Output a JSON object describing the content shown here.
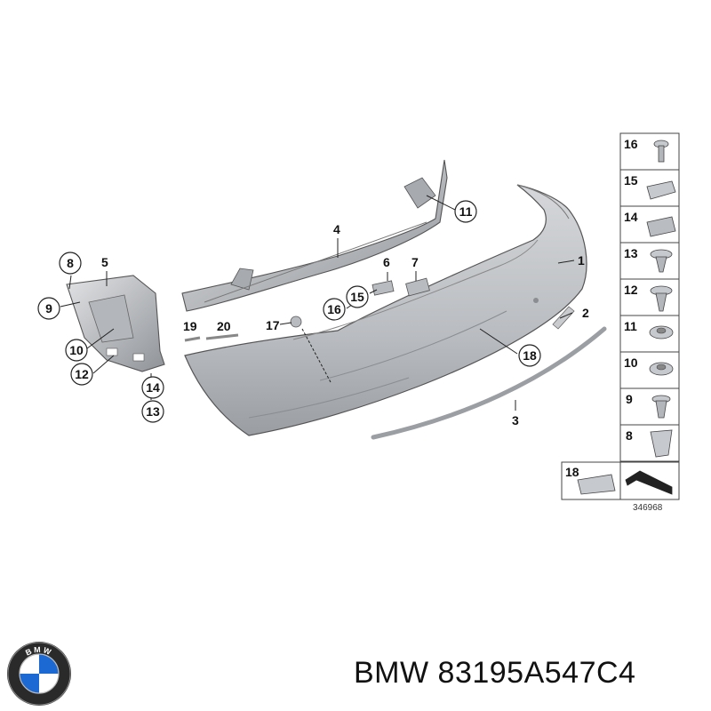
{
  "callouts": {
    "c1": "1",
    "c2": "2",
    "c3": "3",
    "c4": "4",
    "c5": "5",
    "c6": "6",
    "c7": "7",
    "c8": "8",
    "c9": "9",
    "c10": "10",
    "c11": "11",
    "c12": "12",
    "c13": "13",
    "c14": "14",
    "c15": "15",
    "c16": "16",
    "c17": "17",
    "c18": "18",
    "c19": "19",
    "c20": "20"
  },
  "legend": {
    "items": [
      "16",
      "15",
      "14",
      "13",
      "12",
      "11",
      "10",
      "9",
      "8"
    ],
    "bottom_item": "18",
    "diagram_number": "346968"
  },
  "footer": {
    "brand_logo_text": "BMW",
    "part_label": "BMW 83195A547C4"
  },
  "colors": {
    "part_fill": "#c4c6c9",
    "part_shade": "#9ea1a5",
    "line": "#333333",
    "logo_blue": "#1c69d4"
  }
}
